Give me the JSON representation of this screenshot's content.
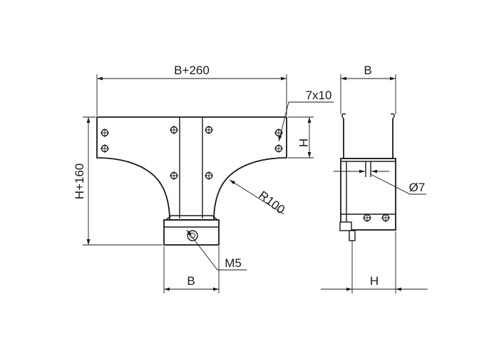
{
  "drawing": {
    "labels": {
      "width_total": "B+260",
      "height_total": "H+160",
      "bottom_width": "B",
      "slot": "7x10",
      "flange_height": "H",
      "radius": "R100",
      "screw": "M5",
      "side_width": "B",
      "hole": "Ø7",
      "side_height": "H"
    },
    "icons": {
      "bolt": "bolt-icon",
      "hole": "mounting-hole-icon"
    }
  }
}
